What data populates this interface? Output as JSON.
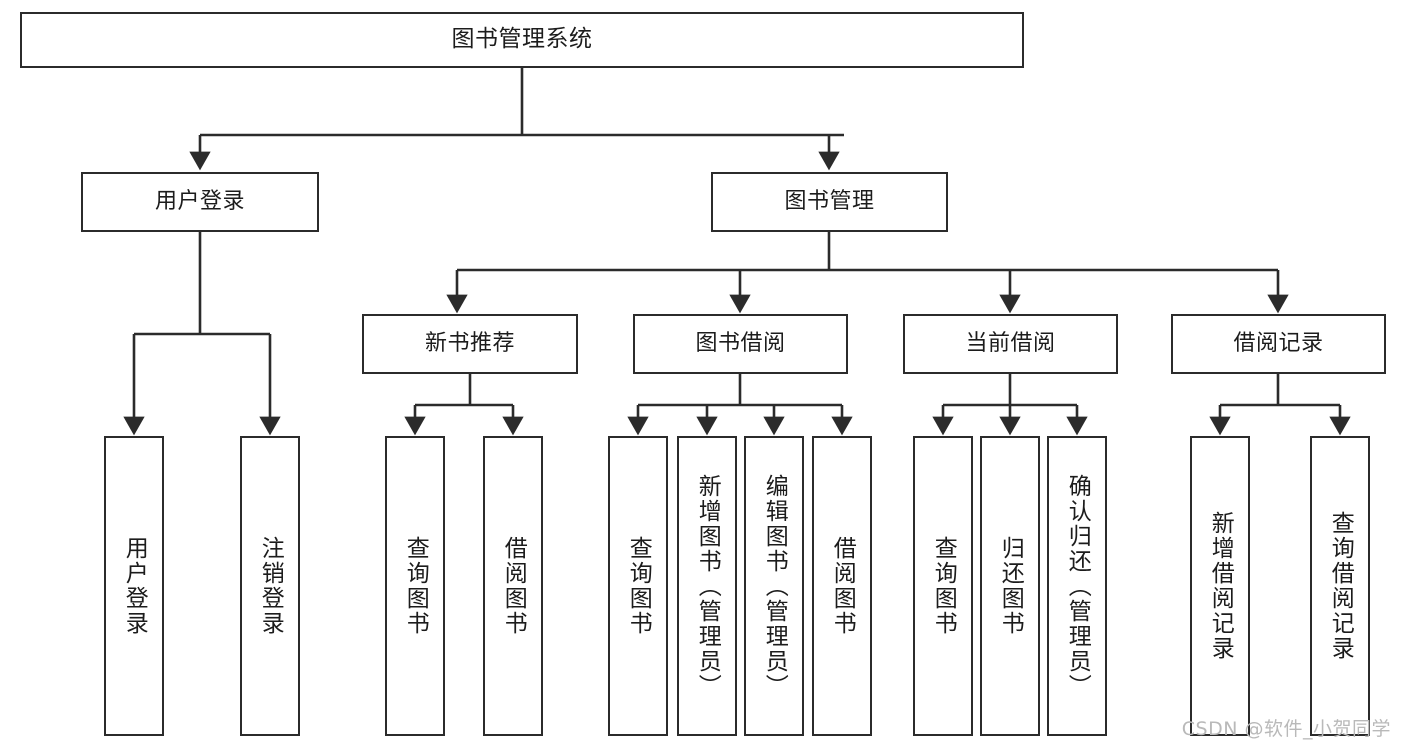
{
  "diagram": {
    "type": "tree-hierarchy-chart",
    "title": "图书管理系统",
    "watermark": "CSDN @软件_小贺同学",
    "colors": {
      "box_border": "#2b2b2b",
      "box_fill": "#ffffff",
      "connector": "#2b2b2b",
      "text": "#1c1c1c",
      "watermark": "#b9b9b9",
      "background": "#ffffff"
    },
    "root": {
      "label": "图书管理系统"
    },
    "level2": [
      {
        "label": "用户登录"
      },
      {
        "label": "图书管理"
      }
    ],
    "level3": [
      {
        "label": "新书推荐"
      },
      {
        "label": "图书借阅"
      },
      {
        "label": "当前借阅"
      },
      {
        "label": "借阅记录"
      }
    ],
    "leaves": {
      "user_login": [
        {
          "label": "用户登录"
        },
        {
          "label": "注销登录"
        }
      ],
      "new_book_recommend": [
        {
          "label": "查询图书"
        },
        {
          "label": "借阅图书"
        }
      ],
      "book_borrow": [
        {
          "label": "查询图书"
        },
        {
          "label": "新增图书（管理员）"
        },
        {
          "label": "编辑图书（管理员）"
        },
        {
          "label": "借阅图书"
        }
      ],
      "current_borrow": [
        {
          "label": "查询图书"
        },
        {
          "label": "归还图书"
        },
        {
          "label": "确认归还（管理员）"
        }
      ],
      "borrow_record": [
        {
          "label": "新增借阅记录"
        },
        {
          "label": "查询借阅记录"
        }
      ]
    }
  }
}
